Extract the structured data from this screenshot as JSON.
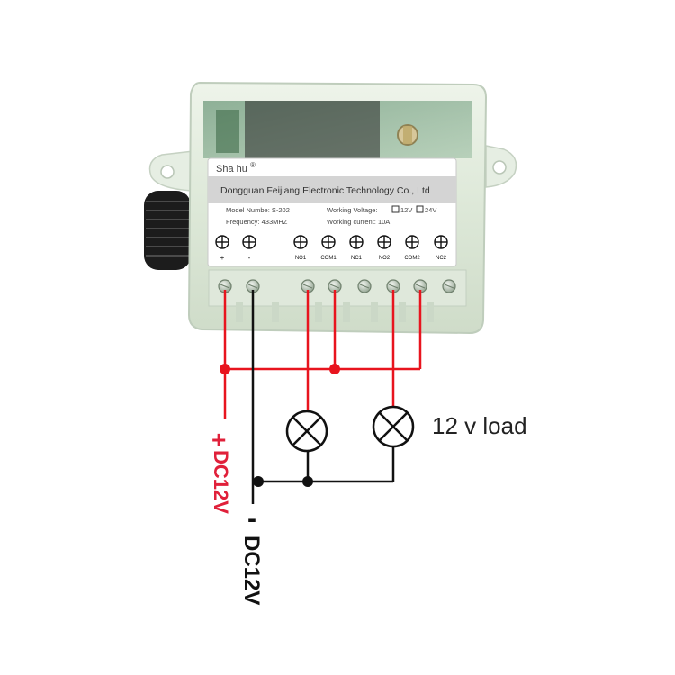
{
  "device": {
    "brand": "Sha hu",
    "brand_mark": "®",
    "company": "Dongguan Feijiang Electronic Technology Co., Ltd",
    "model_label": "Model Numbe: S-202",
    "voltage_label": "Working Voltage:",
    "voltage_options": [
      "12V",
      "24V"
    ],
    "frequency_label": "Frequency: 433MHZ",
    "current_label": "Working current: 10A",
    "terminals": [
      "+",
      "-",
      "NO1",
      "COM1",
      "NC1",
      "NO2",
      "COM2",
      "NC2"
    ]
  },
  "diagram": {
    "load_label": "12 v load",
    "positive_sign": "+",
    "positive_label": "DC12V",
    "negative_sign": "-",
    "negative_label": "DC12V",
    "colors": {
      "positive_wire": "#e8141e",
      "negative_wire": "#111111",
      "positive_text": "#e0203a",
      "negative_text": "#111111"
    }
  }
}
